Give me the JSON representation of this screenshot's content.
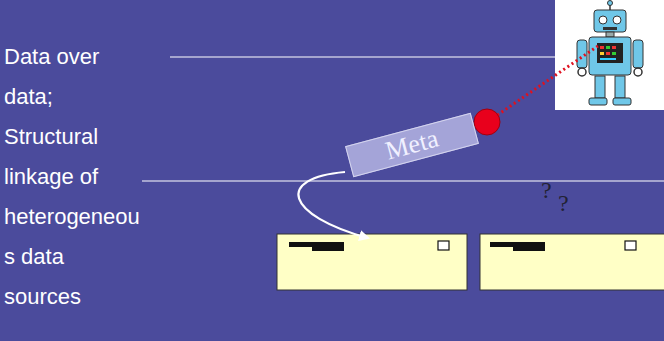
{
  "diagram": {
    "nodes": [
      {
        "text": [
          "Meta"
        ]
      }
    ],
    "labels": [
      "Data over data; Structural linkage of heterogeneous data sources",
      "?",
      "?"
    ]
  }
}
